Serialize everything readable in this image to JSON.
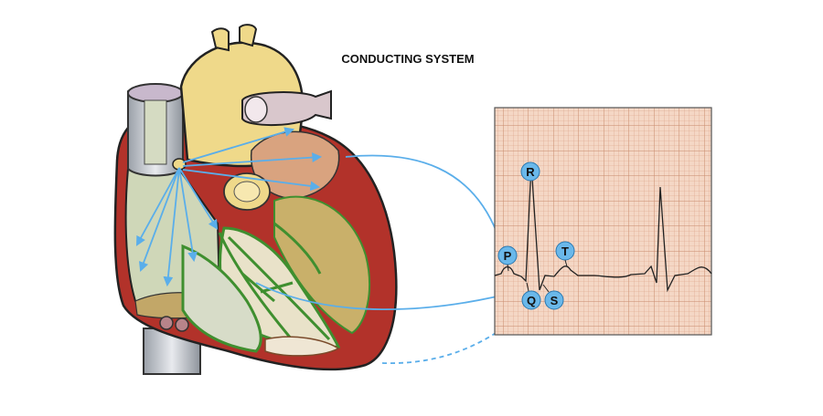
{
  "figure": {
    "title": "CONDUCTING SYSTEM"
  },
  "ecg": {
    "labels": [
      {
        "id": "P",
        "text": "P"
      },
      {
        "id": "Q",
        "text": "Q"
      },
      {
        "id": "R",
        "text": "R"
      },
      {
        "id": "S",
        "text": "S"
      },
      {
        "id": "T",
        "text": "T"
      }
    ]
  },
  "colors": {
    "grid_bg": "#f4d7c5",
    "grid_line": "#c98a6a",
    "arrow": "#5aaeea",
    "label_circle": "#6ab8ea",
    "myocardium": "#b2322a",
    "aorta": "#efd98a",
    "atrium": "#cfd7b8",
    "purkinje": "#3f8f2f"
  }
}
